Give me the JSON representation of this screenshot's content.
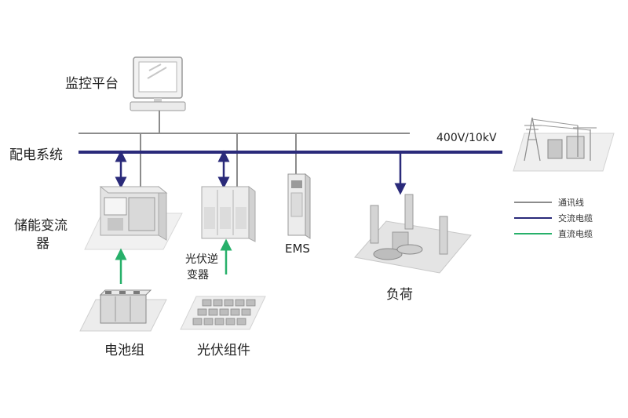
{
  "labels": {
    "monitor_platform": "监控平台",
    "distribution_system": "配电系统",
    "voltage": "400V/10kV",
    "pcs_line1": "储能变流",
    "pcs_line2": "器",
    "pv_inverter_line1": "光伏逆",
    "pv_inverter_line2": "变器",
    "ems": "EMS",
    "load": "负荷",
    "battery": "电池组",
    "pv_module": "光伏组件"
  },
  "legend": [
    {
      "label": "通讯线",
      "color": "#8c8c8c"
    },
    {
      "label": "交流电缆",
      "color": "#2a2a7a"
    },
    {
      "label": "直流电缆",
      "color": "#27b06a"
    }
  ],
  "colors": {
    "comm_line": "#8c8c8c",
    "ac_cable": "#2a2a7a",
    "dc_cable": "#27b06a"
  }
}
